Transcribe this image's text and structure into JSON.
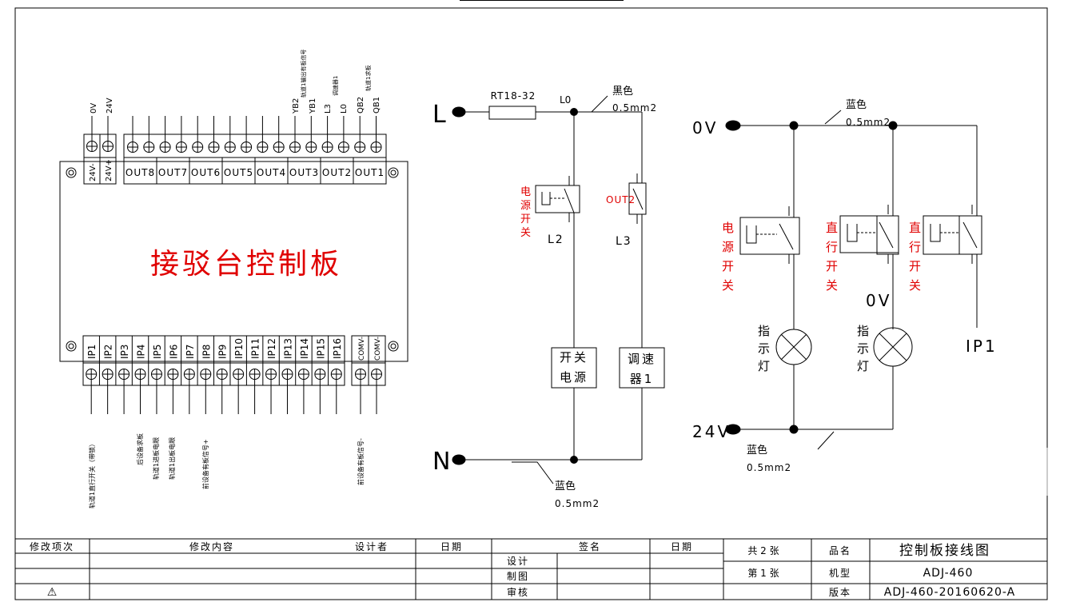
{
  "board": {
    "title": "接驳台控制板",
    "power_labels": [
      "24V-",
      "24V+"
    ],
    "power_wire_labels": [
      "0V",
      "24V"
    ],
    "out_labels": [
      "OUT8",
      "OUT7",
      "OUT6",
      "OUT5",
      "OUT4",
      "OUT3",
      "OUT2",
      "OUT1"
    ],
    "top_wire_labels": [
      "YB2",
      "轨道1输出有板信号",
      "YB1",
      "L3",
      "调速器1",
      "L0",
      "QB2",
      "轨道1求板",
      "QB1"
    ],
    "ip_labels": [
      "IP1",
      "IP2",
      "IP3",
      "IP4",
      "IP5",
      "IP6",
      "IP7",
      "IP8",
      "IP9",
      "IP10",
      "IP11",
      "IP12",
      "IP13",
      "IP14",
      "IP15",
      "IP16"
    ],
    "com_labels": [
      "COMV-",
      "COMV-"
    ],
    "bottom_wire_labels": [
      "轨道1直行开关（带锁）",
      "后设备求板",
      "轨道1进板电眼",
      "轨道1出板电眼",
      "前设备有板信号+",
      "前设备有板信号-"
    ]
  },
  "circuit_ac": {
    "L": "L",
    "N": "N",
    "fuse": "RT18-32",
    "node": "L0",
    "black_wire": "黑色",
    "wire_size": "0.5mm2",
    "power_switch": "电源开关",
    "L2": "L2",
    "out2": "OUT2",
    "L3": "L3",
    "psu_line1": "开关",
    "psu_line2": "电源",
    "speed_line1": "调速",
    "speed_line2": "器1",
    "blue_wire": "蓝色",
    "blue_wire_size": "0.5mm2"
  },
  "circuit_dc": {
    "zero_v": "0V",
    "blue_top": "蓝色",
    "blue_top_size": "0.5mm2",
    "power_switch": "电源开关",
    "straight_switch_1": "直行开关",
    "straight_switch_2": "直行开关",
    "zero_v_2": "0V",
    "lamp_1": "指示灯",
    "lamp_2": "指示灯",
    "ip1": "IP1",
    "v24": "24V",
    "blue_bottom": "蓝色",
    "blue_bottom_size": "0.5mm2"
  },
  "title_block": {
    "headers": {
      "change_item": "修改项次",
      "change_content": "修改内容",
      "designer": "设计者",
      "date": "日期",
      "signature": "签名",
      "date2": "日期"
    },
    "roles": [
      "设计",
      "制图",
      "审核"
    ],
    "warning_symbol": "⚠",
    "sheet_total": "共 2 张",
    "sheet_no": "第 1 张",
    "product_name_label": "品名",
    "product_name": "控制板接线图",
    "model_label": "机型",
    "model": "ADJ-460",
    "version_label": "版本",
    "version": "ADJ-460-20160620-A"
  },
  "colors": {
    "line": "#000000",
    "red_text": "#e00000"
  }
}
